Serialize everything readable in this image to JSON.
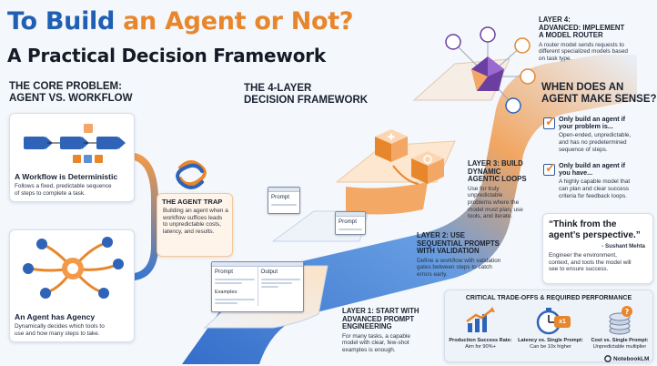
{
  "title": {
    "line1_part1": "To Build",
    "line1_part2": "an Agent or Not?",
    "line2": "A Practical Decision Framework"
  },
  "core_problem": {
    "heading_line1": "THE CORE PROBLEM:",
    "heading_line2": "AGENT VS. WORKFLOW",
    "workflow_title": "A Workflow is Deterministic",
    "workflow_desc_1": "Follows a fixed, predictable sequence",
    "workflow_desc_2": "of steps to complete a task.",
    "agent_title": "An Agent has Agency",
    "agent_desc_1": "Dynamically decides which tools to",
    "agent_desc_2": "use and how many steps to take."
  },
  "agent_trap": {
    "title": "THE AGENT TRAP",
    "desc_1": "Building an agent when a",
    "desc_2": "workflow suffices leads",
    "desc_3": "to unpredictable costs,",
    "desc_4": "latency, and results."
  },
  "framework": {
    "heading_line1": "THE 4-LAYER",
    "heading_line2": "DECISION FRAMEWORK",
    "layer1": {
      "title_1": "LAYER 1: START WITH",
      "title_2": "ADVANCED PROMPT",
      "title_3": "ENGINEERING",
      "desc_1": "For many tasks, a capable",
      "desc_2": "model with clear, few-shot",
      "desc_3": "examples is enough."
    },
    "layer2": {
      "title_1": "LAYER 2: USE",
      "title_2": "SEQUENTIAL PROMPTS",
      "title_3": "WITH VALIDATION",
      "desc_1": "Define a workflow with validation",
      "desc_2": "gates between steps to catch",
      "desc_3": "errors early."
    },
    "layer3": {
      "title_1": "LAYER 3: BUILD",
      "title_2": "DYNAMIC",
      "title_3": "AGENTIC LOOPS",
      "desc_1": "Use for truly",
      "desc_2": "unpredictable",
      "desc_3": "problems where the",
      "desc_4": "model must plan, use",
      "desc_5": "tools, and iterate."
    },
    "layer4": {
      "title_1": "LAYER 4:",
      "title_2": "ADVANCED: IMPLEMENT",
      "title_3": "A MODEL ROUTER",
      "desc_1": "A router model sends requests to",
      "desc_2": "different specialized models based",
      "desc_3": "on task type."
    },
    "windows": {
      "prompt": "Prompt",
      "output": "Output",
      "examples": "Examples:"
    }
  },
  "when_agent": {
    "heading_line1": "WHEN DOES AN",
    "heading_line2": "AGENT MAKE SENSE?",
    "item1_title_1": "Only build an agent if",
    "item1_title_2": "your problem is...",
    "item1_desc_1": "Open-ended, unpredictable,",
    "item1_desc_2": "and has no predetermined",
    "item1_desc_3": "sequence of steps.",
    "item2_title_1": "Only build an agent if",
    "item2_title_2": "you have...",
    "item2_desc_1": "A highly capable model that",
    "item2_desc_2": "can plan and clear success",
    "item2_desc_3": "criteria for feedback loops.",
    "quote_1": "“Think from the",
    "quote_2": "agent’s perspective.”",
    "quote_author": "- Sushant Mehta",
    "quote_desc_1": "Engineer the environment,",
    "quote_desc_2": "context, and tools the model will",
    "quote_desc_3": "see to ensure success."
  },
  "tradeoffs": {
    "heading": "CRITICAL TRADE-OFFS & REQUIRED PERFORMANCE",
    "m1_label_1": "Production Success Rate:",
    "m1_label_2": "Aim for 90%+",
    "m2_label_1": "Latency vs. Single Prompt:",
    "m2_label_2": "Can be 10x higher",
    "m2_badge": "x1",
    "m3_label_1": "Cost vs. Single Prompt:",
    "m3_label_2": "Unpredictable multiplier"
  },
  "brand": "NotebookLM",
  "colors": {
    "blue": "#1f5fb4",
    "orange": "#e8862c",
    "purple": "#6b3fa0"
  }
}
